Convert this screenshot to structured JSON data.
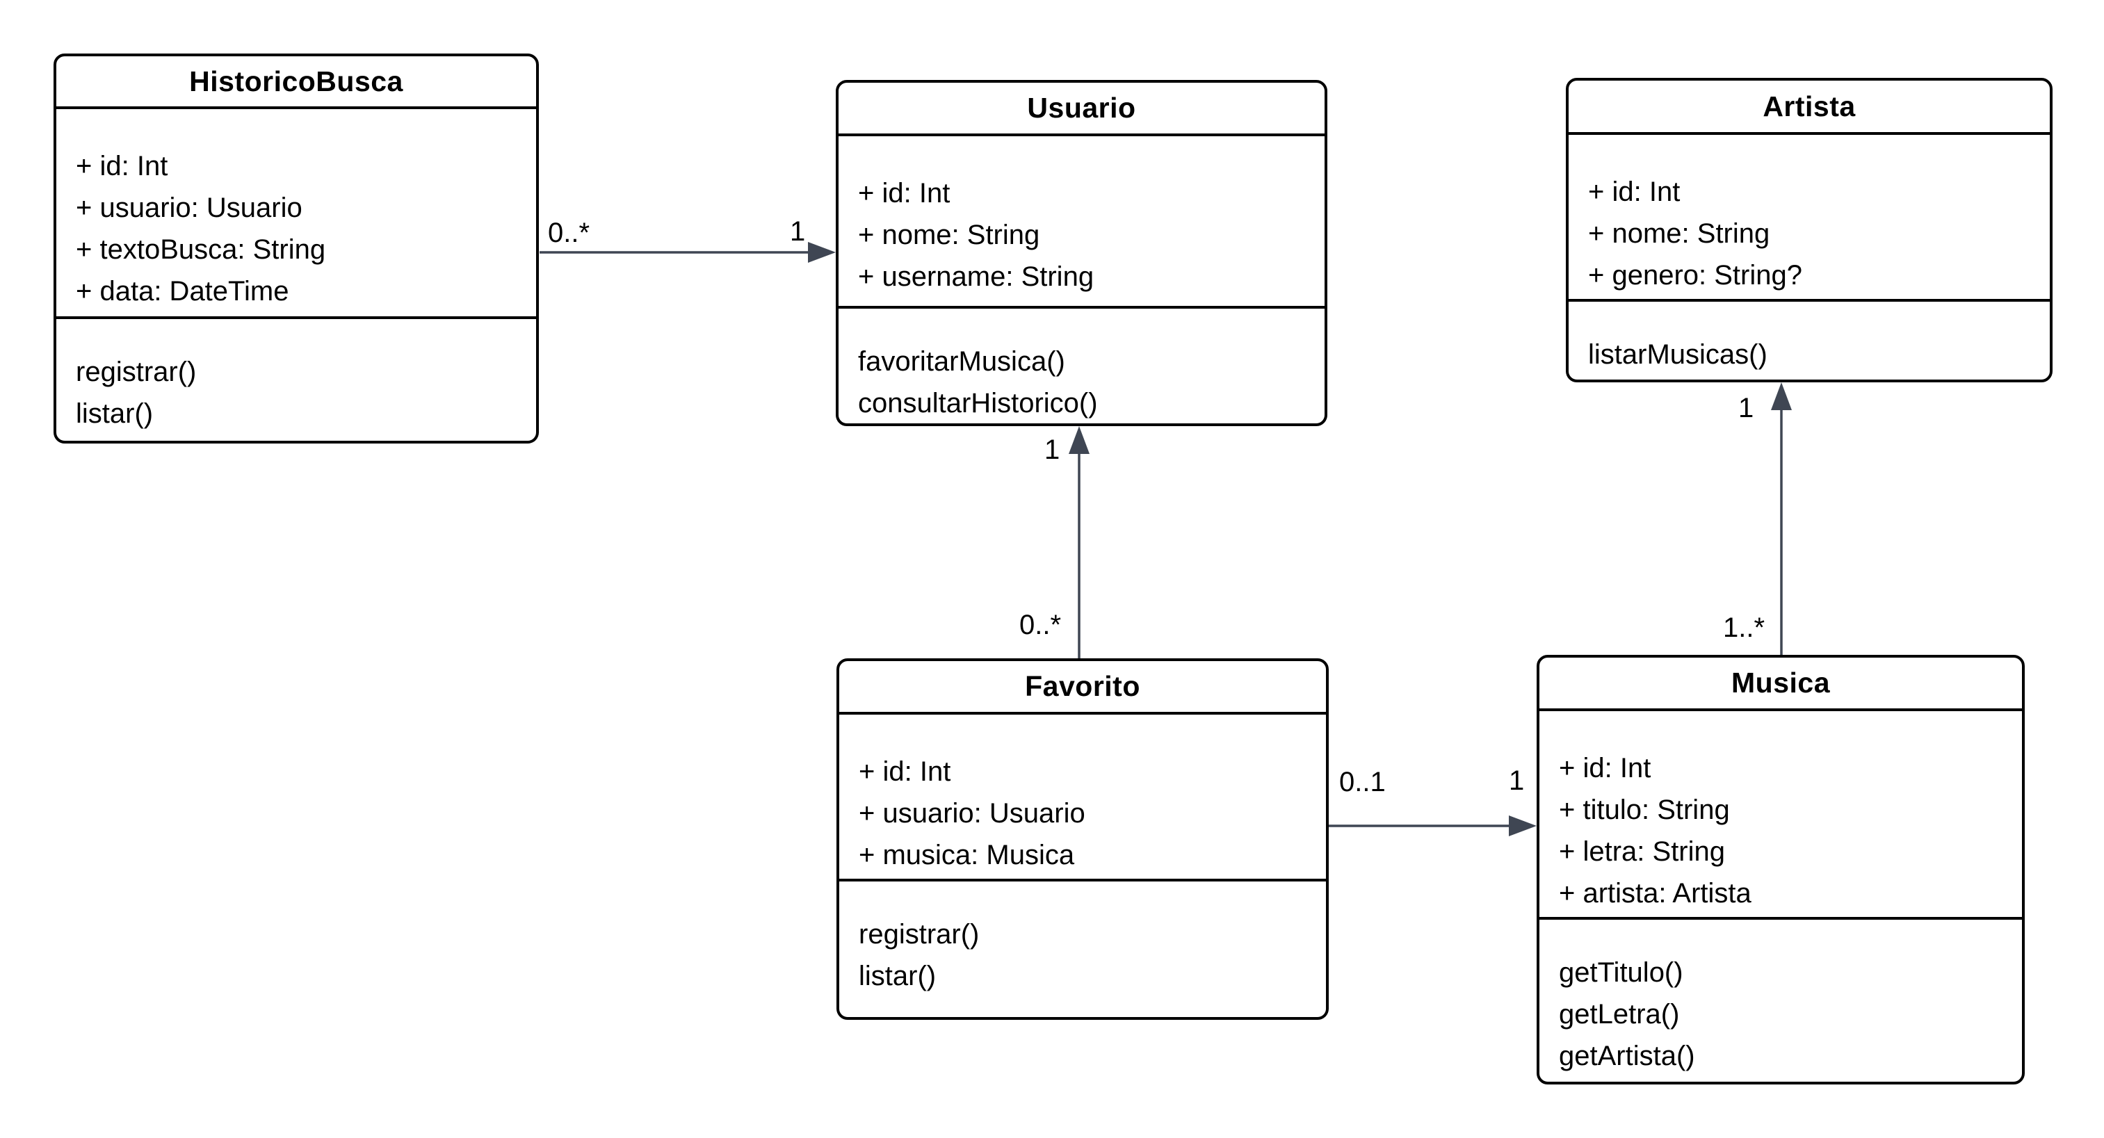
{
  "diagram_type": "uml-class-diagram",
  "classes": [
    {
      "name": "HistoricoBusca",
      "attributes": [
        "+ id: Int",
        "+ usuario: Usuario",
        "+ textoBusca: String",
        "+ data: DateTime"
      ],
      "methods": [
        "registrar()",
        "listar()"
      ]
    },
    {
      "name": "Usuario",
      "attributes": [
        "+ id: Int",
        "+ nome: String",
        "+ username: String"
      ],
      "methods": [
        "favoritarMusica()",
        "consultarHistorico()"
      ]
    },
    {
      "name": "Artista",
      "attributes": [
        "+ id: Int",
        "+ nome: String",
        "+ genero: String?"
      ],
      "methods": [
        "listarMusicas()"
      ]
    },
    {
      "name": "Favorito",
      "attributes": [
        "+ id: Int",
        "+ usuario: Usuario",
        "+ musica: Musica"
      ],
      "methods": [
        "registrar()",
        "listar()"
      ]
    },
    {
      "name": "Musica",
      "attributes": [
        "+ id: Int",
        "+ titulo: String",
        "+ letra: String",
        "+ artista: Artista"
      ],
      "methods": [
        "getTitulo()",
        "getLetra()",
        "getArtista()"
      ]
    }
  ],
  "relations": [
    {
      "from": "HistoricoBusca",
      "to": "Usuario",
      "from_multiplicity": "0..*",
      "to_multiplicity": "1"
    },
    {
      "from": "Favorito",
      "to": "Usuario",
      "from_multiplicity": "0..*",
      "to_multiplicity": "1"
    },
    {
      "from": "Favorito",
      "to": "Musica",
      "from_multiplicity": "0..1",
      "to_multiplicity": "1"
    },
    {
      "from": "Musica",
      "to": "Artista",
      "from_multiplicity": "1..*",
      "to_multiplicity": "1"
    }
  ],
  "colors": {
    "background": "#ffffff",
    "box_border": "#000000",
    "box_fill": "#ffffff",
    "text": "#000000",
    "arrow": "#3f4653"
  }
}
